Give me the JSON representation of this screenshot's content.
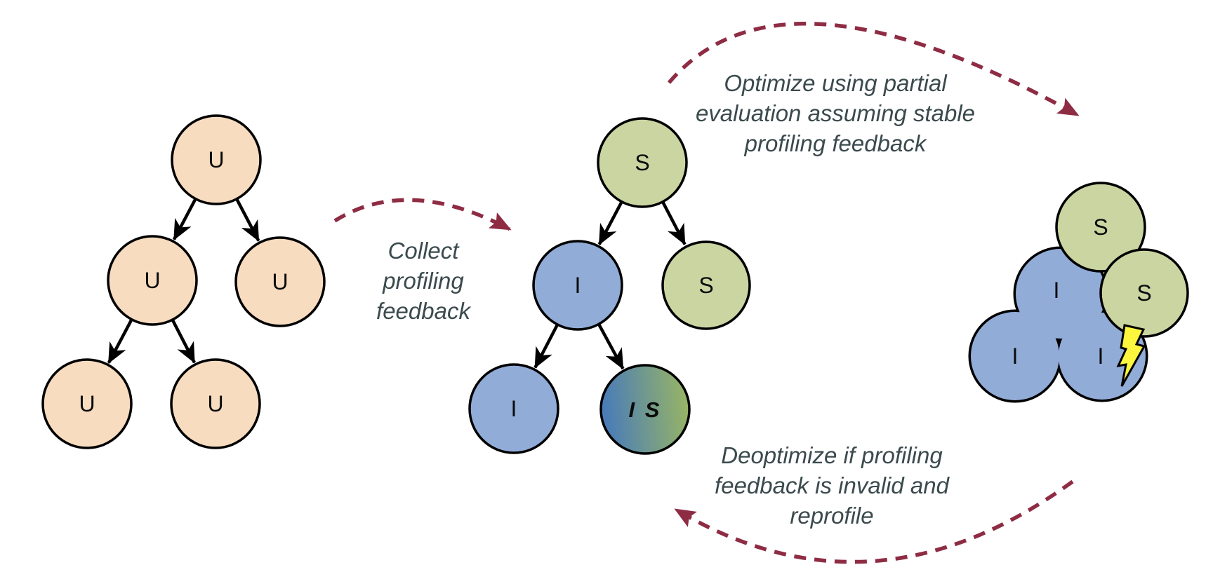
{
  "diagram": {
    "left_tree": {
      "description": "unoptimized-tree",
      "nodes": [
        {
          "label": "U"
        },
        {
          "label": "U"
        },
        {
          "label": "U"
        },
        {
          "label": "U"
        },
        {
          "label": "U"
        }
      ]
    },
    "middle_tree": {
      "description": "profiled-tree",
      "nodes": [
        {
          "label": "S"
        },
        {
          "label": "I"
        },
        {
          "label": "S"
        },
        {
          "label": "I"
        },
        {
          "label": "I S"
        }
      ]
    },
    "right_cluster": {
      "description": "optimized-cluster",
      "nodes": [
        {
          "label": "S"
        },
        {
          "label": "I"
        },
        {
          "label": "S"
        },
        {
          "label": "I"
        },
        {
          "label": "I"
        }
      ]
    },
    "annotations": {
      "collect": {
        "lines": [
          "Collect",
          "profiling",
          "feedback"
        ]
      },
      "optimize": {
        "lines": [
          "Optimize using partial",
          "evaluation assuming stable",
          "profiling feedback"
        ]
      },
      "deoptimize": {
        "lines": [
          "Deoptimize if profiling",
          "feedback is invalid and",
          "reprofile"
        ]
      }
    },
    "colors": {
      "unoptimized_node": "#f7dcc0",
      "stable_node": "#cbd5a2",
      "interpreted_node": "#92acd8",
      "mixed_gradient_from": "#4a7cb8",
      "mixed_gradient_to": "#9cb860",
      "flow_arrow": "#8e2c44",
      "annotation_text": "#3b4a4d",
      "bolt_fill": "#fcf63e",
      "node_outline": "#000000"
    }
  }
}
